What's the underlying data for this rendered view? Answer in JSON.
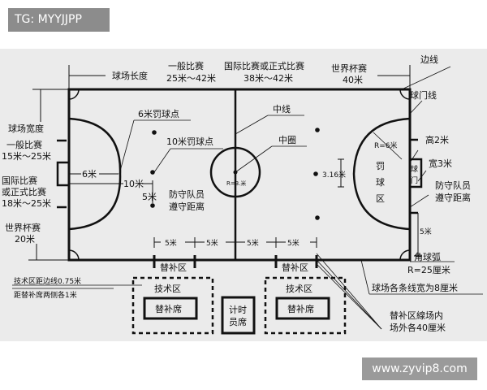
{
  "header_tag": "TG: MYYJJPP",
  "watermark": "www.zyvip8.com",
  "diagram": {
    "length_label": "球场长度",
    "length_general": [
      "一般比赛",
      "25米～42米"
    ],
    "length_international": [
      "国际比赛或正式比赛",
      "38米～42米"
    ],
    "length_worldcup": [
      "世界杯赛",
      "40米"
    ],
    "touchline": "边线",
    "goal_line": "球门线",
    "width_label": "球场宽度",
    "width_general": [
      "一般比赛",
      "15米～25米"
    ],
    "width_international": [
      "国际比赛",
      "或正式比赛",
      "18米～25米"
    ],
    "width_worldcup": [
      "世界杯赛",
      "20米"
    ],
    "penalty_6m": "6米罚球点",
    "penalty_10m": "10米罚球点",
    "dist_6m": "6米",
    "dist_10m": "10米",
    "dist_5m": "5米",
    "defender_distance": [
      "防守队员",
      "遵守距离"
    ],
    "halfway_line": "中线",
    "center_circle": "中圈",
    "center_radius": "R=3.米",
    "penalty_radius": "R=6米",
    "penalty_line": "3.16米",
    "penalty_area": [
      "罚",
      "球",
      "区"
    ],
    "goal_height": "高2米",
    "goal_width": "宽3米",
    "goal": [
      "球",
      "门"
    ],
    "right_defender_distance": [
      "防守队员",
      "遵守距离"
    ],
    "right_5m": "5米",
    "corner_arc": [
      "角球弧",
      "R=25厘米"
    ],
    "line_width": "球场各条线宽为8厘米",
    "sub_spacing": [
      "5米",
      "5米",
      "5米",
      "5米"
    ],
    "sub_zone": [
      "替补区",
      "替补区"
    ],
    "tech_note": [
      "技术区距边线0.75米",
      "距替补席两侧各1米"
    ],
    "tech_area": [
      "技术区",
      "技术区"
    ],
    "bench": [
      "替补席",
      "替补席"
    ],
    "timekeeper": [
      "计时",
      "员席"
    ],
    "sub_zone_note": [
      "替补区線场内",
      "场外各40厘米"
    ]
  }
}
